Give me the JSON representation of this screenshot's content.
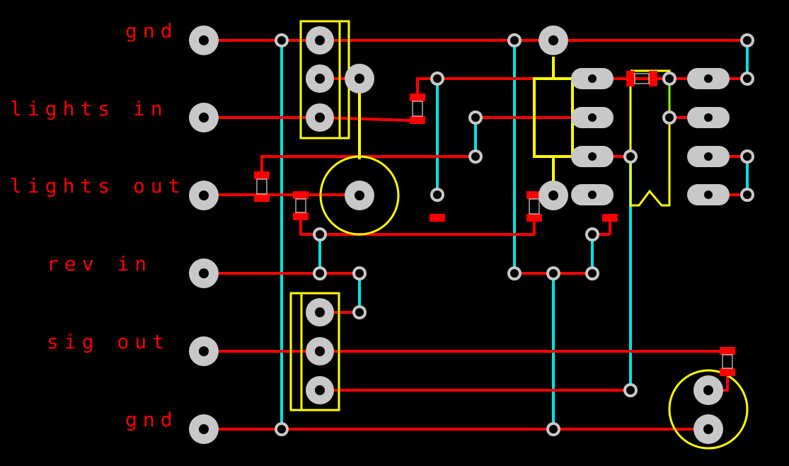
{
  "labels": {
    "gnd_top": "gnd",
    "lights_in": "lights in",
    "lights_out": "lights out",
    "rev_in": "rev in",
    "sig_out": "sig out",
    "gnd_bottom": "gnd"
  },
  "colors": {
    "background": "#000000",
    "top_trace": "#ff0000",
    "bottom_trace": "#00e5e5",
    "silkscreen": "#ffff00",
    "pad": "#c8c8c8",
    "drill": "#000000",
    "smd_pad": "#ff0000",
    "label_text": "#ff0000"
  }
}
